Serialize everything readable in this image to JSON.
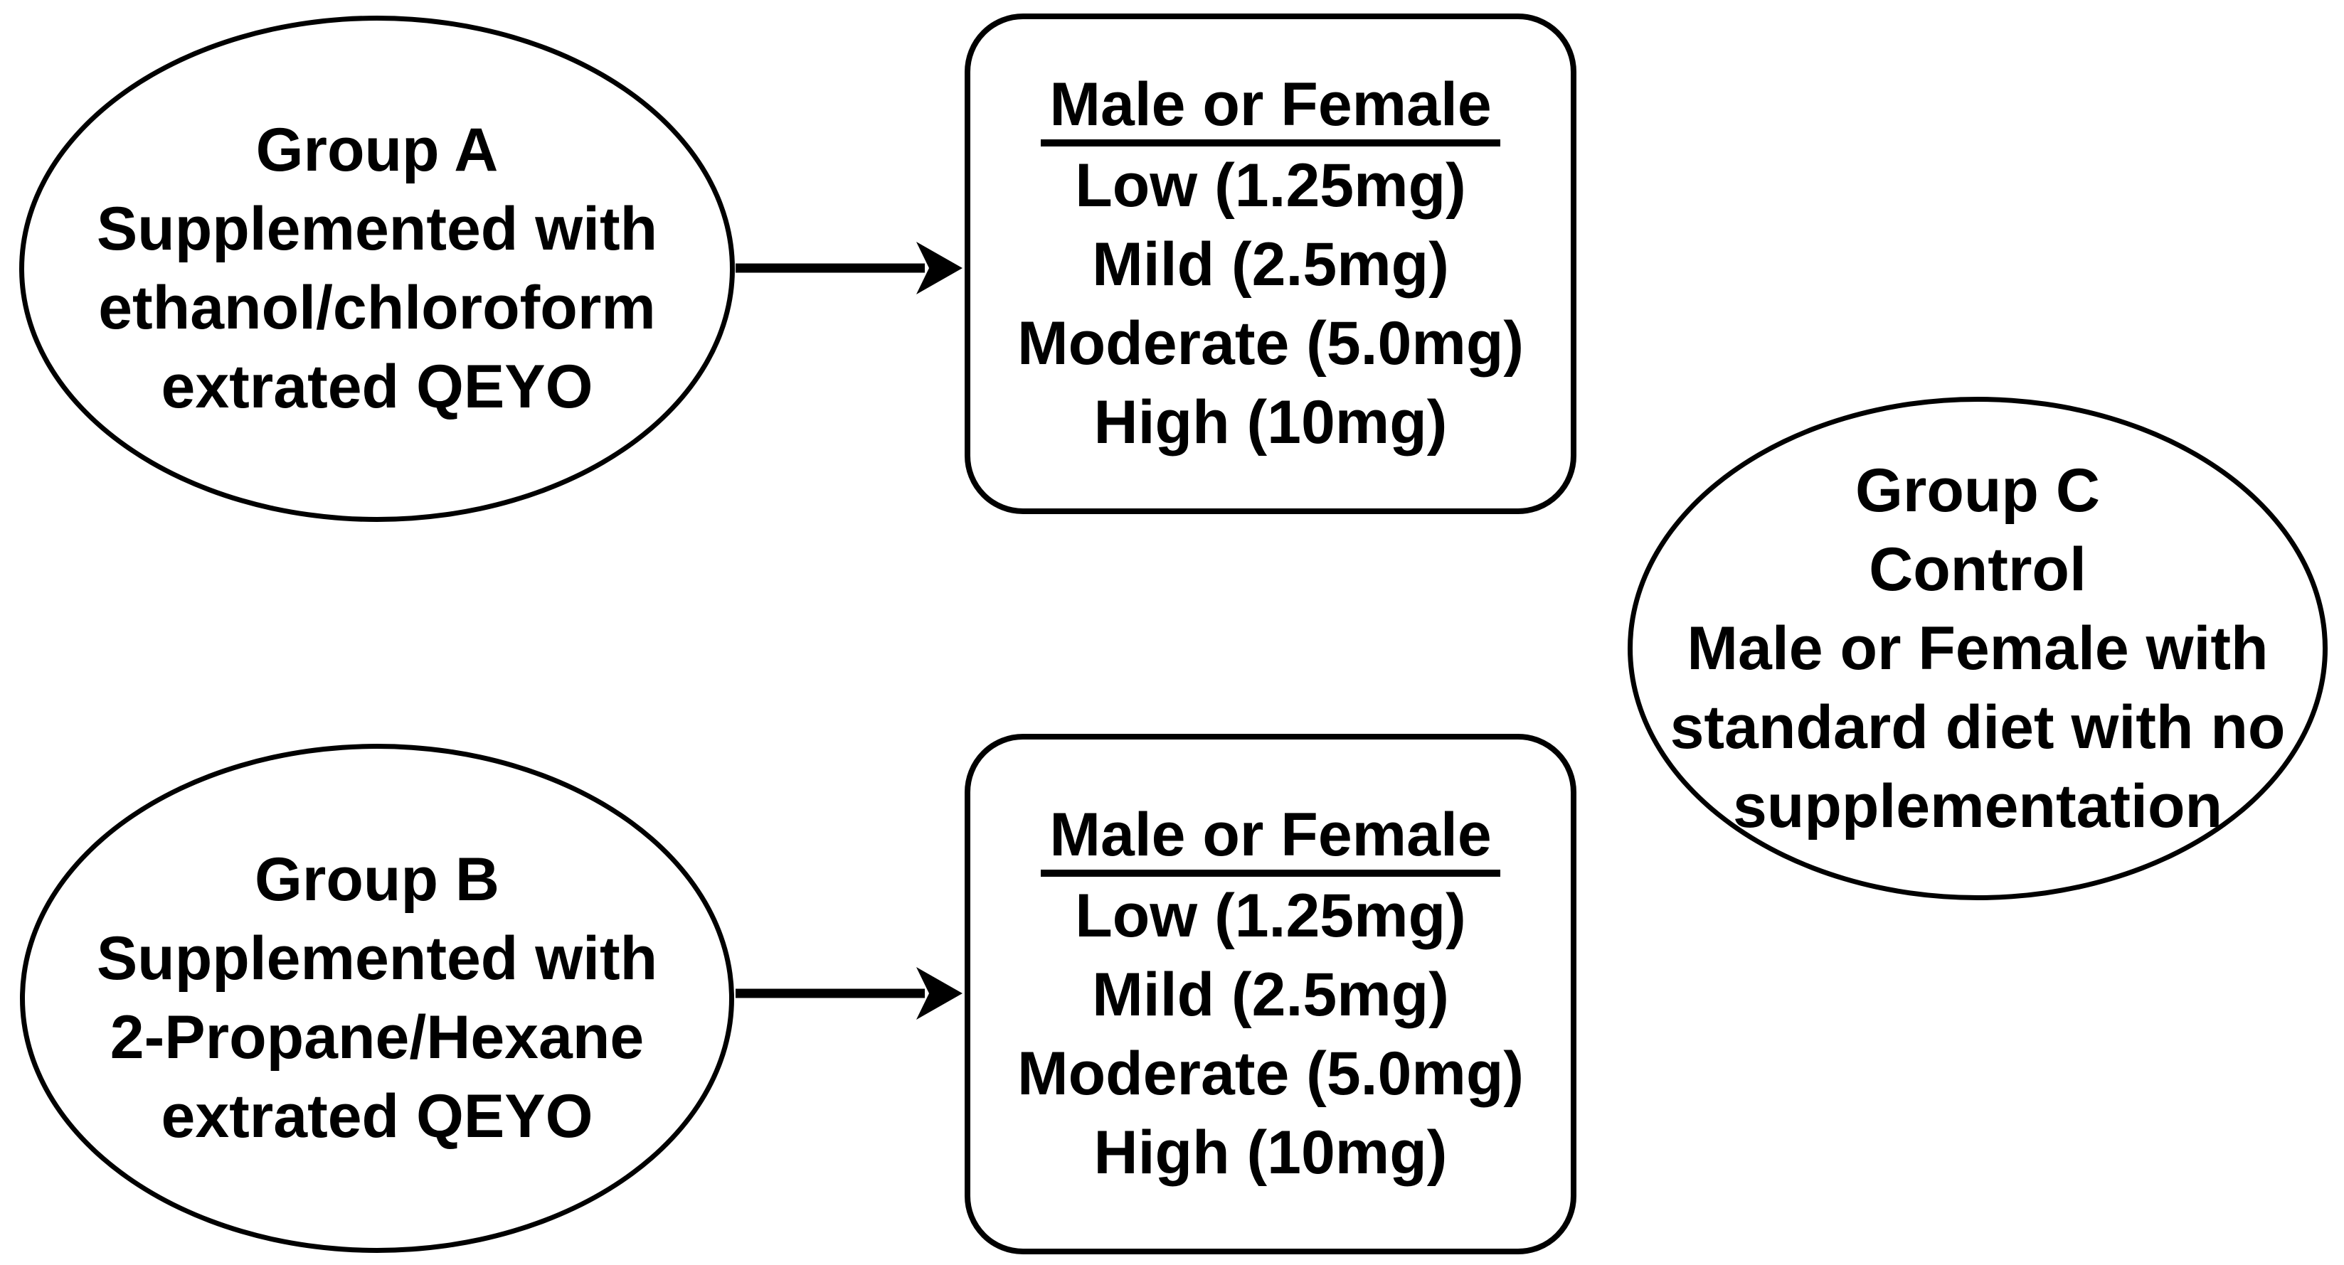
{
  "diagram": {
    "colors": {
      "stroke": "#000000",
      "background": "#ffffff",
      "text": "#000000"
    },
    "group_a": {
      "lines": [
        "Group A",
        "Supplemented with",
        "ethanol/chloroform",
        "extrated QEYO"
      ]
    },
    "group_b": {
      "lines": [
        "Group B",
        "Supplemented with",
        "2-Propane/Hexane",
        "extrated QEYO"
      ]
    },
    "group_c": {
      "lines": [
        "Group C",
        "Control",
        "Male or Female with",
        "standard diet with no",
        "supplementation"
      ]
    },
    "doses_top": {
      "title": "Male or Female",
      "doses": [
        "Low (1.25mg)",
        "Mild (2.5mg)",
        "Moderate (5.0mg)",
        "High (10mg)"
      ]
    },
    "doses_bottom": {
      "title": "Male or Female",
      "doses": [
        "Low (1.25mg)",
        "Mild (2.5mg)",
        "Moderate (5.0mg)",
        "High (10mg)"
      ]
    },
    "arrows": [
      {
        "from": "group_a",
        "to": "doses_top"
      },
      {
        "from": "group_b",
        "to": "doses_bottom"
      }
    ]
  }
}
